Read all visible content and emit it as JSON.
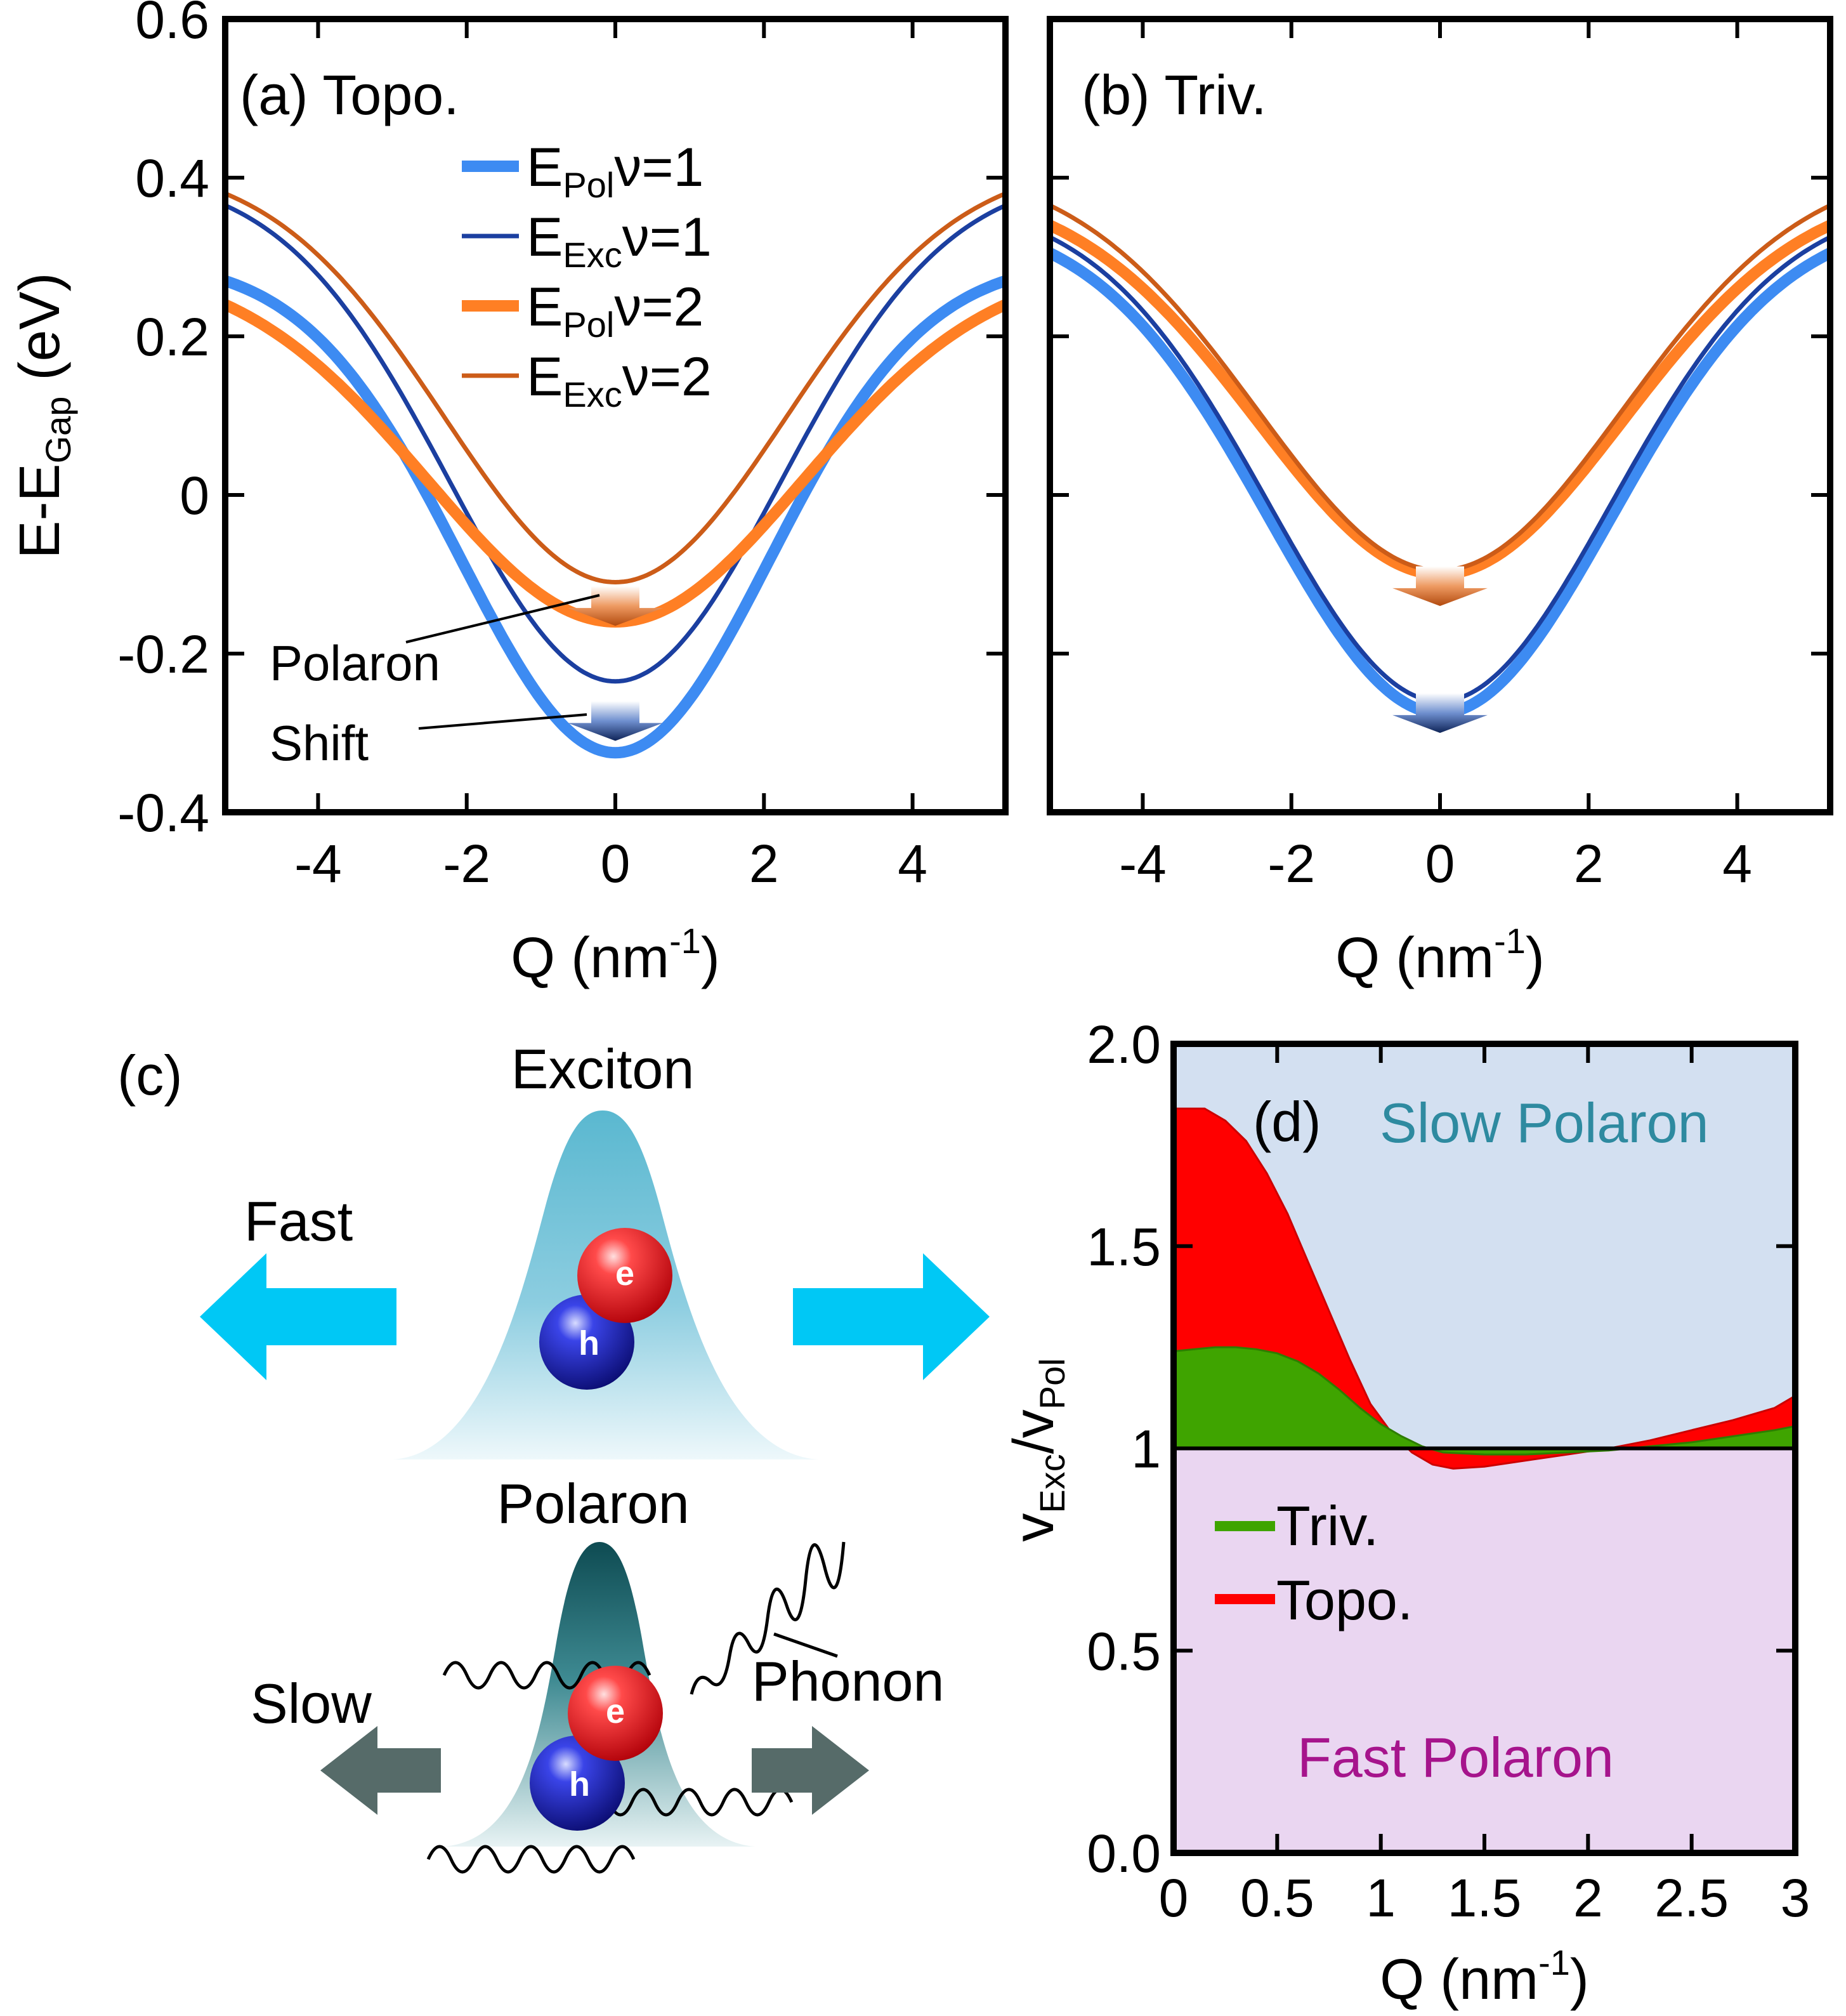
{
  "figure": {
    "colors": {
      "pol_nu1": "#3d8bf2",
      "exc_nu1": "#1b3fa0",
      "pol_nu2": "#ff7f24",
      "exc_nu2": "#cc5c18",
      "topo_fill": "#ff0000",
      "triv_fill": "#3fa400",
      "slow_bg": "#d3e0f1",
      "fast_bg": "#ead6f1",
      "slow_text": "#2e8aa0",
      "fast_text": "#a6148c",
      "fast_arrow": "#00c8f5",
      "slow_arrow": "#566b69",
      "electron": "#e8141a",
      "hole": "#1f22c8"
    }
  },
  "chart_data": [
    {
      "id": "a",
      "type": "line",
      "panel_label": "(a) Topo.",
      "xlabel": "Q (nm",
      "xlabel_sup": "-1",
      "xlabel_end": ")",
      "ylabel": "E-E",
      "ylabel_sub": "Gap",
      "ylabel_end": " (eV)",
      "xlim": [
        -5.25,
        5.25
      ],
      "ylim": [
        -0.4,
        0.6
      ],
      "xticks": [
        -4,
        -2,
        0,
        2,
        4
      ],
      "xtick_labels": [
        "-4",
        "-2",
        "0",
        "2",
        "4"
      ],
      "yticks": [
        -0.4,
        -0.2,
        0,
        0.2,
        0.4,
        0.6
      ],
      "ytick_labels": [
        "-0.4",
        "-0.2",
        "0",
        "0.2",
        "0.4",
        "0.6"
      ],
      "legend": [
        {
          "base": "E",
          "sub": "Pol",
          "rest": "ν=1",
          "color_key": "pol_nu1",
          "thick": true
        },
        {
          "base": "E",
          "sub": "Exc",
          "rest": "ν=1",
          "color_key": "exc_nu1",
          "thick": false
        },
        {
          "base": "E",
          "sub": "Pol",
          "rest": "ν=2",
          "color_key": "pol_nu2",
          "thick": true
        },
        {
          "base": "E",
          "sub": "Exc",
          "rest": "ν=2",
          "color_key": "exc_nu2",
          "thick": false
        }
      ],
      "annotations": [
        "Polaron",
        "Shift"
      ],
      "series": [
        {
          "key": "pol_nu1",
          "min": -0.325,
          "max": 0.27,
          "width": 0.56,
          "pow": 1.0
        },
        {
          "key": "exc_nu1",
          "min": -0.235,
          "max": 0.365,
          "width": 0.6,
          "pow": 1.0
        },
        {
          "key": "pol_nu2",
          "min": -0.16,
          "max": 0.24,
          "width": 0.68,
          "pow": 1.0
        },
        {
          "key": "exc_nu2",
          "min": -0.11,
          "max": 0.38,
          "width": 0.62,
          "pow": 1.0
        }
      ],
      "shift_arrows": [
        {
          "y_top": -0.115,
          "y_tip": -0.165,
          "color_key": "pol_nu2"
        },
        {
          "y_top": -0.26,
          "y_tip": -0.31,
          "color_key": "exc_nu1"
        }
      ]
    },
    {
      "id": "b",
      "type": "line",
      "panel_label": "(b) Triv.",
      "xlabel": "Q (nm",
      "xlabel_sup": "-1",
      "xlabel_end": ")",
      "xlim": [
        -5.25,
        5.25
      ],
      "ylim": [
        -0.4,
        0.6
      ],
      "xticks": [
        -4,
        -2,
        0,
        2,
        4
      ],
      "xtick_labels": [
        "-4",
        "-2",
        "0",
        "2",
        "4"
      ],
      "yticks": [
        -0.4,
        -0.2,
        0,
        0.2,
        0.4,
        0.6
      ],
      "series": [
        {
          "key": "pol_nu1",
          "min": -0.275,
          "max": 0.305,
          "width": 0.62,
          "pow": 1.0
        },
        {
          "key": "exc_nu1",
          "min": -0.26,
          "max": 0.325,
          "width": 0.62,
          "pow": 1.0
        },
        {
          "key": "pol_nu2",
          "min": -0.1,
          "max": 0.34,
          "width": 0.66,
          "pow": 1.0
        },
        {
          "key": "exc_nu2",
          "min": -0.095,
          "max": 0.365,
          "width": 0.66,
          "pow": 1.0
        }
      ],
      "shift_arrows": [
        {
          "y_top": -0.09,
          "y_tip": -0.14,
          "color_key": "pol_nu2"
        },
        {
          "y_top": -0.25,
          "y_tip": -0.3,
          "color_key": "exc_nu1"
        }
      ]
    },
    {
      "id": "d",
      "type": "area",
      "panel_label": "(d)",
      "xlabel": "Q (nm",
      "xlabel_sup": "-1",
      "xlabel_end": ")",
      "ylabel_base": "v",
      "ylabel_sub1": "Exc",
      "ylabel_mid": "/v",
      "ylabel_sub2": "Pol",
      "xlim": [
        0,
        3
      ],
      "ylim": [
        0,
        2.0
      ],
      "xticks": [
        0,
        0.5,
        1,
        1.5,
        2,
        2.5,
        3
      ],
      "xtick_labels": [
        "0",
        "0.5",
        "1",
        "1.5",
        "2",
        "2.5",
        "3"
      ],
      "yticks": [
        0,
        0.5,
        1,
        1.5,
        2.0
      ],
      "ytick_labels": [
        "0.0",
        "0.5",
        "1",
        "1.5",
        "2.0"
      ],
      "region_labels": {
        "slow": "Slow Polaron",
        "fast": "Fast Polaron"
      },
      "legend": [
        {
          "label": "Triv.",
          "color_key": "triv_fill"
        },
        {
          "label": "Topo.",
          "color_key": "topo_fill"
        }
      ],
      "series": [
        {
          "name": "Topo.",
          "color_key": "topo_fill",
          "x": [
            0,
            0.05,
            0.15,
            0.25,
            0.35,
            0.45,
            0.55,
            0.65,
            0.75,
            0.85,
            0.95,
            1.05,
            1.15,
            1.25,
            1.35,
            1.5,
            1.7,
            1.9,
            2.1,
            2.3,
            2.5,
            2.7,
            2.9,
            3.0
          ],
          "y": [
            1.84,
            1.84,
            1.84,
            1.81,
            1.76,
            1.68,
            1.58,
            1.46,
            1.34,
            1.22,
            1.11,
            1.04,
            0.99,
            0.96,
            0.95,
            0.955,
            0.97,
            0.985,
            1.0,
            1.02,
            1.045,
            1.07,
            1.1,
            1.13
          ]
        },
        {
          "name": "Triv.",
          "color_key": "triv_fill",
          "x": [
            0,
            0.1,
            0.2,
            0.3,
            0.4,
            0.5,
            0.6,
            0.7,
            0.8,
            0.9,
            1.0,
            1.1,
            1.2,
            1.3,
            1.5,
            1.7,
            1.9,
            2.1,
            2.3,
            2.5,
            2.7,
            2.9,
            3.0
          ],
          "y": [
            1.24,
            1.245,
            1.25,
            1.25,
            1.245,
            1.235,
            1.215,
            1.185,
            1.145,
            1.1,
            1.06,
            1.03,
            1.005,
            0.99,
            0.985,
            0.985,
            0.99,
            0.995,
            1.005,
            1.015,
            1.03,
            1.045,
            1.055
          ]
        }
      ]
    }
  ],
  "schematic": {
    "panel_label": "(c)",
    "exciton_title": "Exciton",
    "polaron_title": "Polaron",
    "fast_label": "Fast",
    "slow_label": "Slow",
    "phonon_label": "Phonon",
    "electron_symbol": "e",
    "hole_symbol": "h"
  }
}
